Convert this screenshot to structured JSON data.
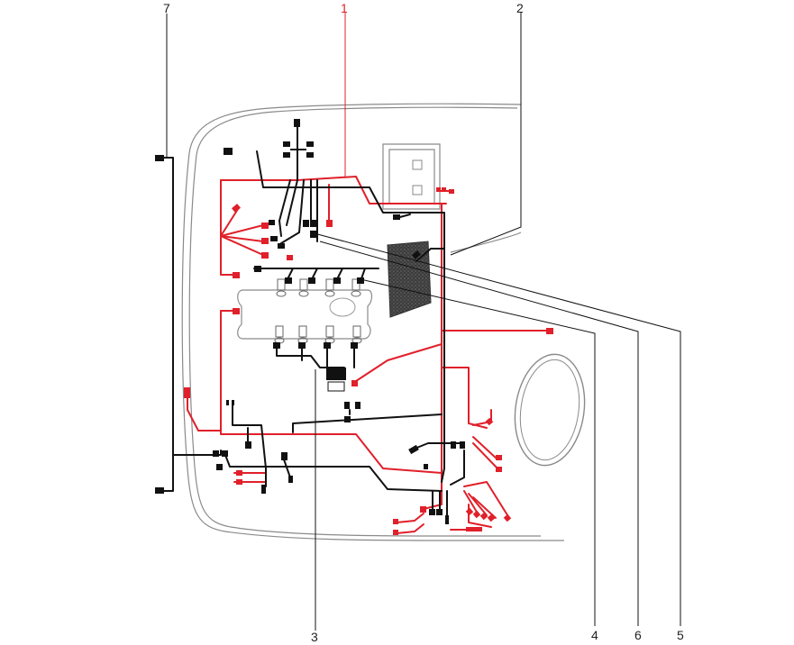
{
  "diagram": {
    "callouts": [
      {
        "id": "1",
        "label": "1",
        "color": "#e0202a"
      },
      {
        "id": "2",
        "label": "2",
        "color": "#222222"
      },
      {
        "id": "3",
        "label": "3",
        "color": "#222222"
      },
      {
        "id": "4",
        "label": "4",
        "color": "#222222"
      },
      {
        "id": "5",
        "label": "5",
        "color": "#222222"
      },
      {
        "id": "6",
        "label": "6",
        "color": "#222222"
      },
      {
        "id": "7",
        "label": "7",
        "color": "#222222"
      }
    ],
    "colors": {
      "red_harness": "#e0202a",
      "black_harness": "#111111",
      "outline": "#8a8a8a",
      "battery": "#4a4a4a"
    }
  }
}
